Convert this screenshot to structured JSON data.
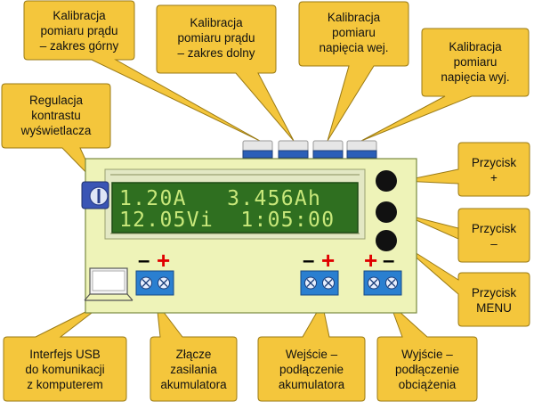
{
  "colors": {
    "callout_fill": "#f4c63c",
    "board_fill": "#eef3b8",
    "lcd_background": "#2f6f20",
    "lcd_text": "#c8e87a",
    "terminal_blue": "#2a7fd0",
    "polarity_plus": "#e00000",
    "polarity_minus": "#000000"
  },
  "callouts": {
    "cal_current_high": [
      "Kalibracja",
      "pomiaru prądu",
      "– zakres górny"
    ],
    "cal_current_low": [
      "Kalibracja",
      "pomiaru prądu",
      "– zakres dolny"
    ],
    "cal_voltage_in": [
      "Kalibracja",
      "pomiaru",
      "napięcia wej."
    ],
    "cal_voltage_out": [
      "Kalibracja",
      "pomiaru",
      "napięcia wyj."
    ],
    "contrast": [
      "Regulacja",
      "kontrastu",
      "wyświetlacza"
    ],
    "button_plus": [
      "Przycisk",
      "+"
    ],
    "button_minus": [
      "Przycisk",
      "–"
    ],
    "button_menu": [
      "Przycisk",
      "MENU"
    ],
    "usb": [
      "Interfejs USB",
      "do komunikacji",
      "z komputerem"
    ],
    "battery_power": [
      "Złącze",
      "zasilania",
      "akumulatora"
    ],
    "input": [
      "Wejście –",
      "podłączenie",
      "akumulatora"
    ],
    "output": [
      "Wyjście –",
      "podłączenie",
      "obciążenia"
    ]
  },
  "lcd": {
    "line1": "1.20A   3.456Ah",
    "line2": "12.05Vi  1:05:00"
  },
  "polarity": {
    "plus": "+",
    "minus": "–"
  }
}
